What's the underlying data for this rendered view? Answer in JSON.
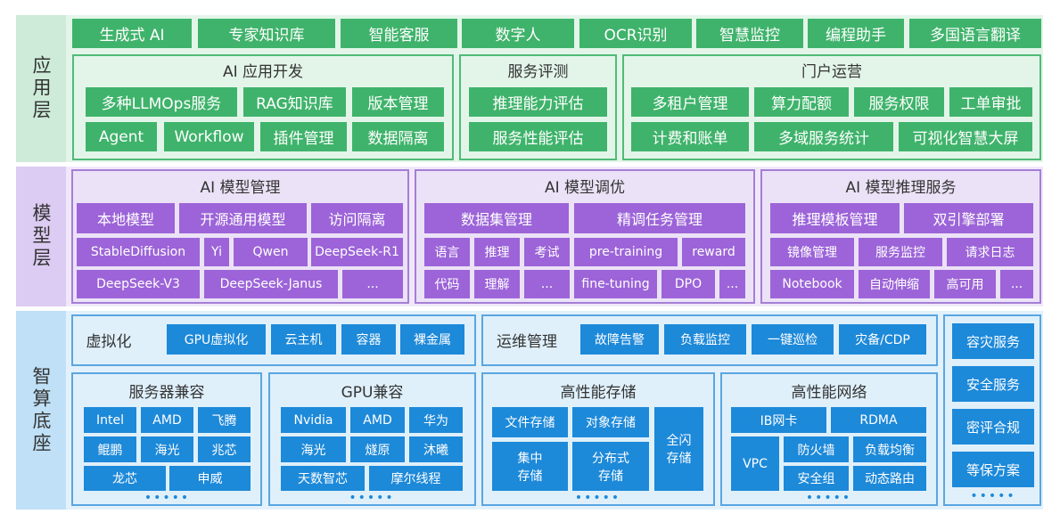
{
  "layers": {
    "app": "应用层",
    "model": "模型层",
    "infra": "智算底座"
  },
  "app": {
    "top": [
      "生成式 AI",
      "专家知识库",
      "智能客服",
      "数字人",
      "OCR识别",
      "智慧监控",
      "编程助手",
      "多国语言翻译"
    ],
    "dev": {
      "title": "AI 应用开发",
      "items": [
        "多种LLMOps服务",
        "RAG知识库",
        "版本管理",
        "Agent",
        "Workflow",
        "插件管理",
        "数据隔离"
      ]
    },
    "eval": {
      "title": "服务评测",
      "items": [
        "推理能力评估",
        "服务性能评估"
      ]
    },
    "portal": {
      "title": "门户运营",
      "items": [
        "多租户管理",
        "算力配额",
        "服务权限",
        "工单审批",
        "计费和账单",
        "多域服务统计",
        "可视化智慧大屏"
      ]
    }
  },
  "model": {
    "mgmt": {
      "title": "AI 模型管理",
      "items": [
        "本地模型",
        "开源通用模型",
        "访问隔离",
        "StableDiffusion",
        "Yi",
        "Qwen",
        "DeepSeek-R1",
        "DeepSeek-V3",
        "DeepSeek-Janus",
        "..."
      ]
    },
    "tune": {
      "title": "AI 模型调优",
      "items": [
        "数据集管理",
        "精调任务管理",
        "语言",
        "推理",
        "考试",
        "pre-training",
        "reward",
        "代码",
        "理解",
        "...",
        "fine-tuning",
        "DPO",
        "..."
      ]
    },
    "infer": {
      "title": "AI 模型推理服务",
      "items": [
        "推理模板管理",
        "双引擎部署",
        "镜像管理",
        "服务监控",
        "请求日志",
        "Notebook",
        "自动伸缩",
        "高可用",
        "..."
      ]
    }
  },
  "infra": {
    "virt": {
      "title": "虚拟化",
      "items": [
        "GPU虚拟化",
        "云主机",
        "容器",
        "裸金属"
      ]
    },
    "ops": {
      "title": "运维管理",
      "items": [
        "故障告警",
        "负载监控",
        "一键巡检",
        "灾备/CDP"
      ]
    },
    "side": [
      "容灾服务",
      "安全服务",
      "密评合规",
      "等保方案"
    ],
    "server": {
      "title": "服务器兼容",
      "items": [
        "Intel",
        "AMD",
        "飞腾",
        "鲲鹏",
        "海光",
        "兆芯",
        "龙芯",
        "申威"
      ]
    },
    "gpu": {
      "title": "GPU兼容",
      "items": [
        "Nvidia",
        "AMD",
        "华为",
        "海光",
        "燧原",
        "沐曦",
        "天数智芯",
        "摩尔线程"
      ]
    },
    "storage": {
      "title": "高性能存储",
      "items": [
        "文件存储",
        "对象存储",
        "全闪\n存储",
        "集中\n存储",
        "分布式\n存储"
      ]
    },
    "network": {
      "title": "高性能网络",
      "items": [
        "IB网卡",
        "RDMA",
        "VPC",
        "防火墙",
        "负载均衡",
        "安全组",
        "动态路由"
      ]
    },
    "more": "•••••"
  },
  "colors": {
    "green": "#3fb36b",
    "purple": "#9c64d8",
    "blue": "#1d89d9",
    "green_bg": "#dff3e6",
    "purple_bg": "#ece2f7",
    "blue_bg": "#dff0fb"
  }
}
